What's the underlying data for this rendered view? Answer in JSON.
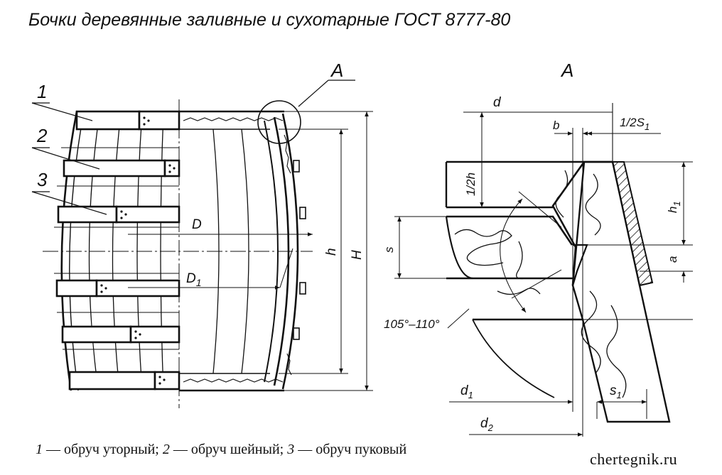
{
  "title": "Бочки деревянные заливные и сухотарные ГОСТ 8777-80",
  "left_view": {
    "callouts": [
      "1",
      "2",
      "3"
    ],
    "detail_ref": "A",
    "dim_D": "D",
    "dim_D1": "D",
    "dim_D1_sub": "1",
    "dim_h": "h",
    "dim_H": "H"
  },
  "detail_view": {
    "label": "A",
    "d": "d",
    "b": "b",
    "half_s1": "1/2S",
    "half_s1_sub": "1",
    "half_h": "1/2h",
    "h1": "h",
    "h1_sub": "1",
    "a": "a",
    "s": "s",
    "angle": "105°–110°",
    "d1": "d",
    "d1_sub": "1",
    "d2": "d",
    "d2_sub": "2",
    "s1": "s",
    "s1_sub": "1"
  },
  "caption": {
    "n1": "1",
    "t1": " — обруч уторный; ",
    "n2": "2",
    "t2": " — обруч шейный; ",
    "n3": "3",
    "t3": " — обруч пуковый"
  },
  "watermark": "chertegnik.ru"
}
